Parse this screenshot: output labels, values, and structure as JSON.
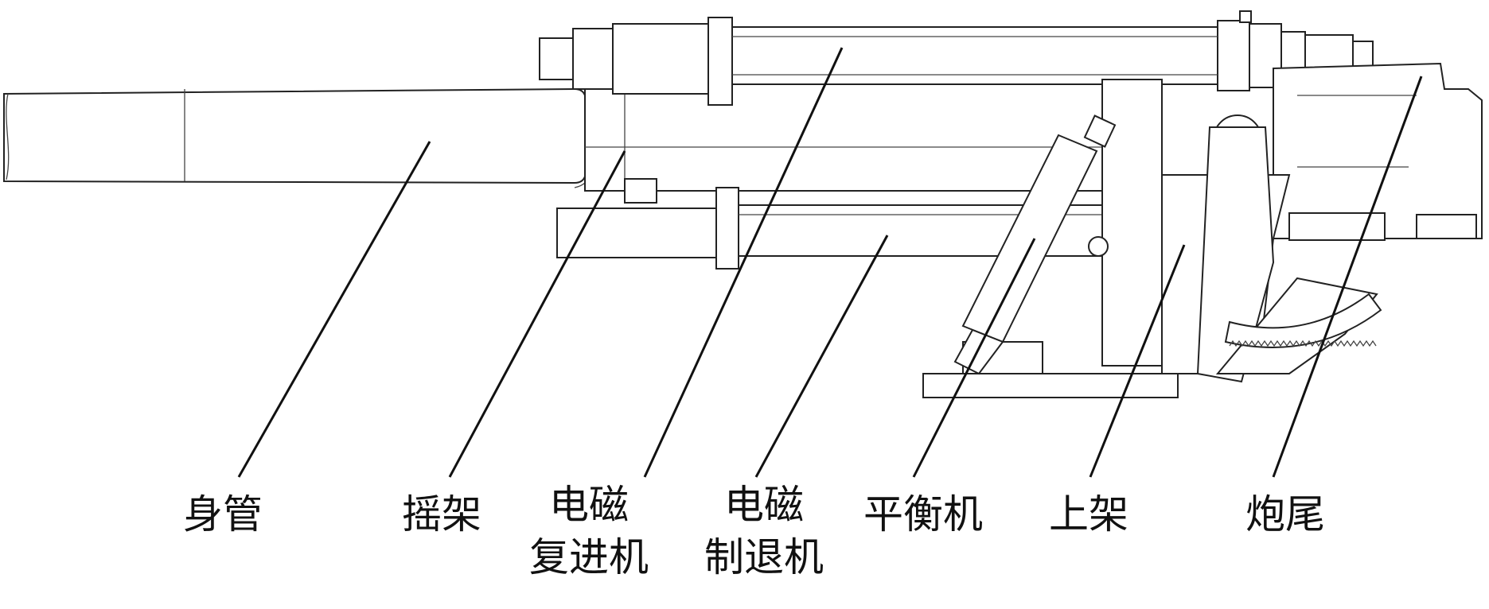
{
  "labels": {
    "barrel": "身管",
    "cradle": "摇架",
    "recuperator": {
      "line1": "电磁",
      "line2": "复进机"
    },
    "recoil_brake": {
      "line1": "电磁",
      "line2": "制退机"
    },
    "equilibrator": "平衡机",
    "upper_carriage": "上架",
    "breech": "炮尾"
  },
  "colors": {
    "ink": "#111111",
    "paper": "#ffffff"
  }
}
